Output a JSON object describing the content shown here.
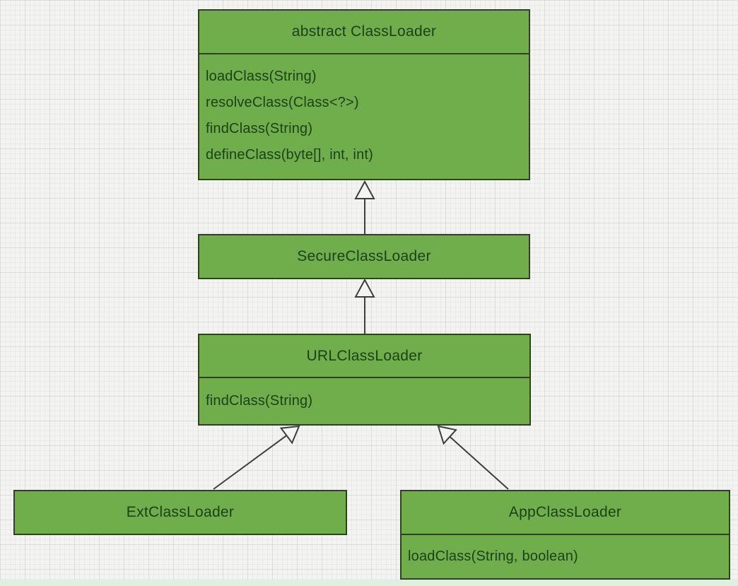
{
  "diagram": {
    "type": "uml-class-diagram",
    "subject": "Java ClassLoader hierarchy",
    "colors": {
      "box_fill": "#6fae4b",
      "box_border": "#333f24",
      "text": "#1c4116",
      "background": "#f3f3f2",
      "edge_stroke": "#3e3e3e",
      "bottom_strip": "#def0e2"
    },
    "classes": [
      {
        "id": "classloader",
        "title": "abstract ClassLoader",
        "methods": [
          "loadClass(String)",
          "resolveClass(Class<?>)",
          "findClass(String)",
          "defineClass(byte[], int, int)"
        ]
      },
      {
        "id": "secure",
        "title": "SecureClassLoader",
        "methods": []
      },
      {
        "id": "url",
        "title": "URLClassLoader",
        "methods": [
          "findClass(String)"
        ]
      },
      {
        "id": "ext",
        "title": "ExtClassLoader",
        "methods": []
      },
      {
        "id": "app",
        "title": "AppClassLoader",
        "methods": [
          "loadClass(String, boolean)"
        ]
      }
    ],
    "relationships": [
      {
        "from": "SecureClassLoader",
        "to": "abstract ClassLoader",
        "type": "generalization"
      },
      {
        "from": "URLClassLoader",
        "to": "SecureClassLoader",
        "type": "generalization"
      },
      {
        "from": "ExtClassLoader",
        "to": "URLClassLoader",
        "type": "generalization"
      },
      {
        "from": "AppClassLoader",
        "to": "URLClassLoader",
        "type": "generalization"
      }
    ]
  }
}
